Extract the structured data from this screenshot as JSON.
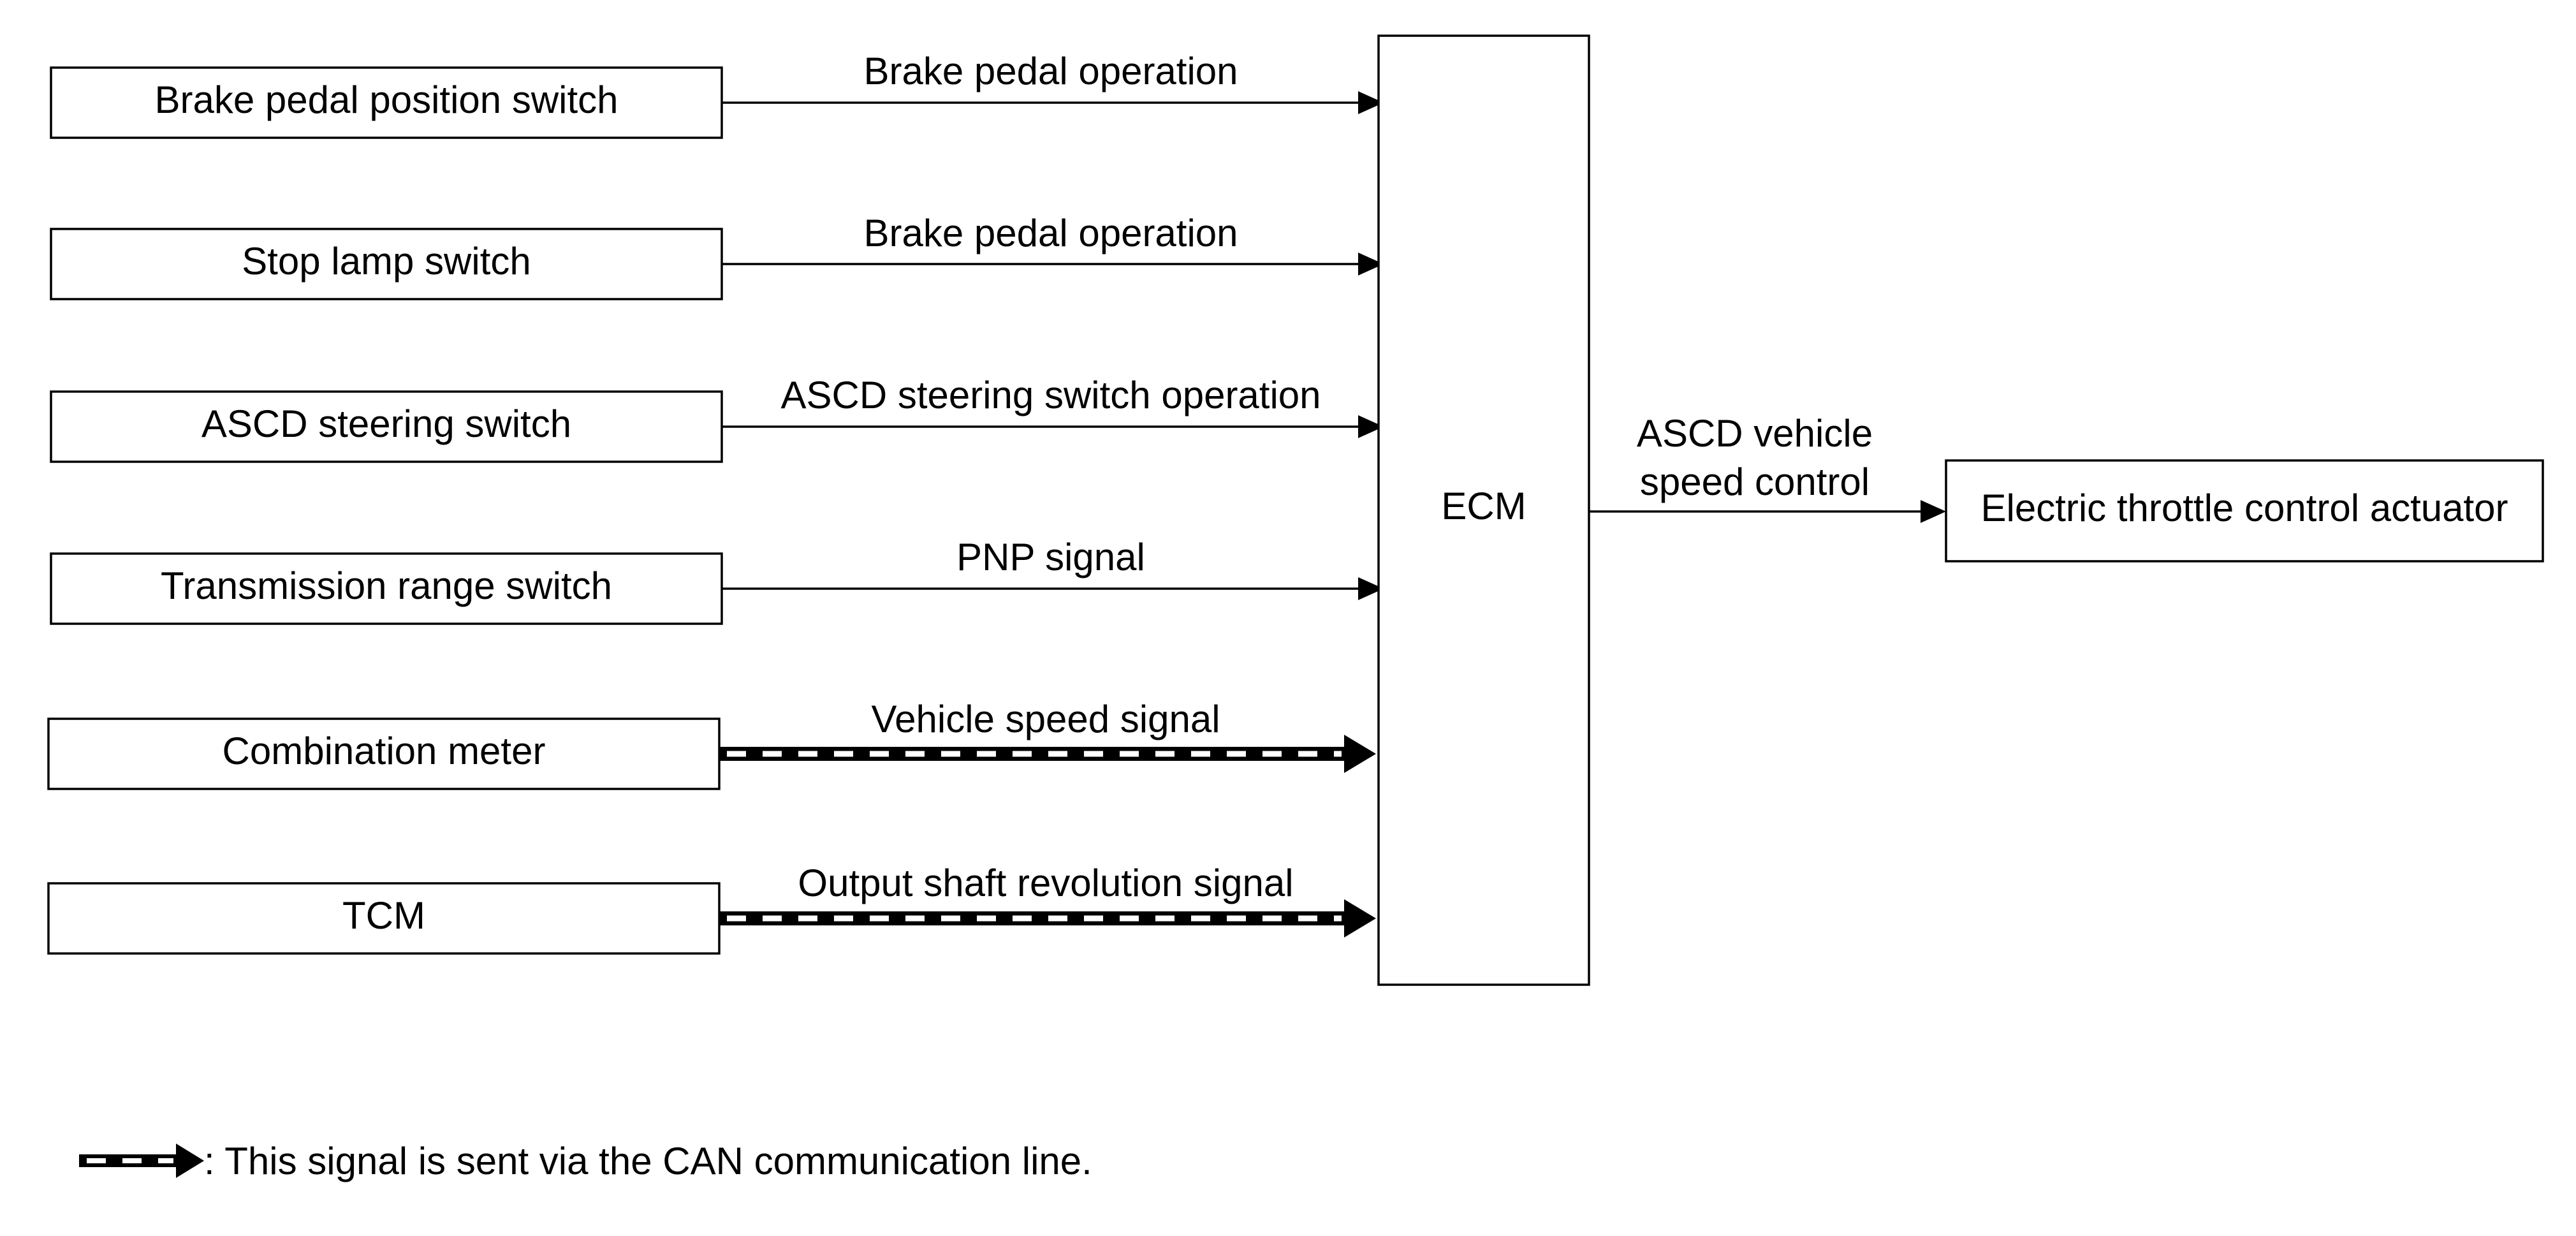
{
  "inputs": [
    {
      "label": "Brake pedal position switch",
      "signal": "Brake pedal operation",
      "can": false
    },
    {
      "label": "Stop lamp switch",
      "signal": "Brake pedal operation",
      "can": false
    },
    {
      "label": "ASCD steering switch",
      "signal": "ASCD steering switch operation",
      "can": false
    },
    {
      "label": "Transmission range switch",
      "signal": "PNP signal",
      "can": false
    },
    {
      "label": "Combination meter",
      "signal": "Vehicle speed signal",
      "can": true
    },
    {
      "label": "TCM",
      "signal": "Output shaft revolution signal",
      "can": true
    }
  ],
  "ecm": {
    "label": "ECM"
  },
  "output": {
    "signal_line1": "ASCD vehicle",
    "signal_line2": "speed control",
    "label": "Electric throttle control actuator"
  },
  "legend": {
    "text": ": This signal is sent via the CAN communication line."
  }
}
